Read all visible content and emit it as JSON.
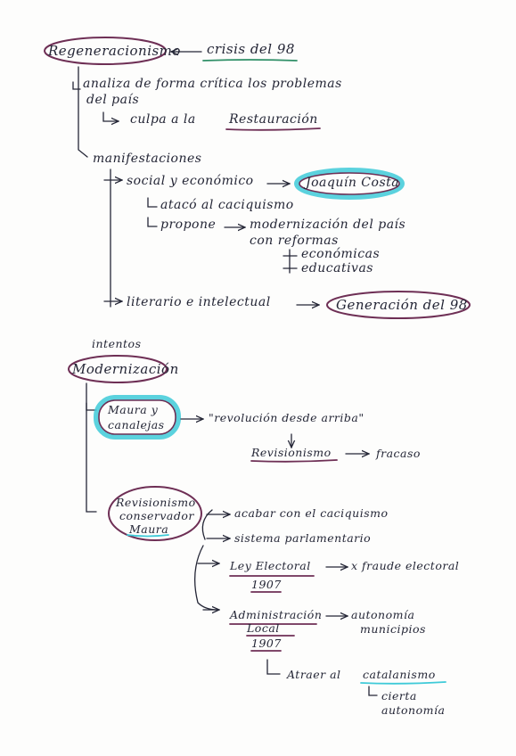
{
  "colors": {
    "ink": "#242636",
    "purple": "#6e2f55",
    "cyan": "#3ecad8",
    "green": "#2f8f67"
  },
  "section1": {
    "title": "Regeneracionismo",
    "origin": "crisis del 98",
    "analysis_line1": "analiza de forma crítica los problemas",
    "analysis_line2": "del país",
    "blame_prefix": "culpa a la",
    "blame_target": "Restauración",
    "manifestations": "manifestaciones",
    "social": "social y económico",
    "costa": "Joaquín Costa",
    "attacked": "atacó al caciquismo",
    "proposes": "propone",
    "proposal_line1": "modernización del país",
    "proposal_line2": "con reformas",
    "reform1": "económicas",
    "reform2": "educativas",
    "literary": "literario e intelectual",
    "generation": "Generación del 98"
  },
  "section2": {
    "attempts": "intentos",
    "title": "Modernización",
    "maura_line1": "Maura y",
    "maura_line2": "canalejas",
    "revolution": "\"revolución desde arriba\"",
    "revisionism": "Revisionismo",
    "failure": "fracaso",
    "rev_line1": "Revisionismo",
    "rev_line2": "conservador",
    "rev_line3": "Maura",
    "end_caciq": "acabar con el caciquismo",
    "parliament": "sistema parlamentario",
    "electoral_law": "Ley Electoral",
    "electoral_year": "1907",
    "fraud": "x fraude electoral",
    "admin_line1": "Administración",
    "admin_line2": "Local",
    "admin_year": "1907",
    "autonomy_line1": "autonomía",
    "autonomy_line2": "municipios",
    "attract_prefix": "Atraer al",
    "catalanism": "catalanismo",
    "some_autonomy_line1": "cierta",
    "some_autonomy_line2": "autonomía"
  }
}
